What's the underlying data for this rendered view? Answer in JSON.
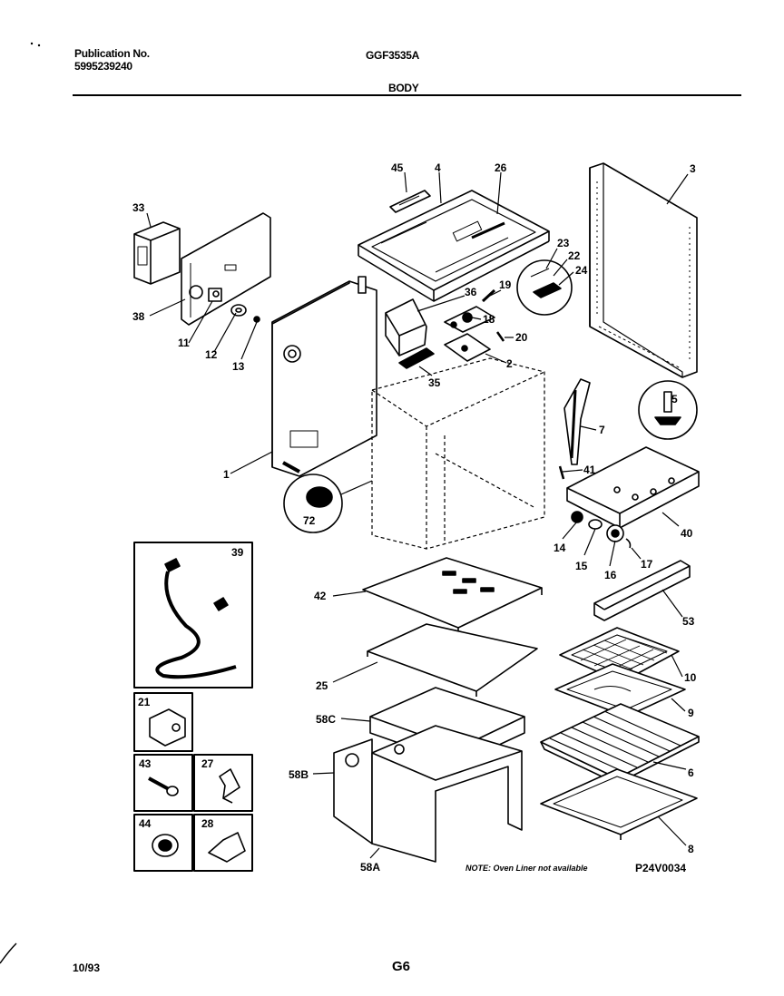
{
  "header": {
    "publication_label": "Publication No.",
    "publication_number": "5995239240",
    "model": "GGF3535A",
    "section": "BODY"
  },
  "footer": {
    "date": "10/93",
    "page": "G6",
    "drawing_code": "P24V0034",
    "note": "NOTE: Oven Liner not available"
  },
  "callouts": {
    "c45": "45",
    "c4": "4",
    "c26": "26",
    "c3": "3",
    "c33": "33",
    "c23": "23",
    "c22": "22",
    "c24": "24",
    "c36": "36",
    "c19": "19",
    "c18": "18",
    "c20": "20",
    "c38": "38",
    "c11": "11",
    "c12": "12",
    "c13": "13",
    "c2": "2",
    "c35": "35",
    "c5": "5",
    "c7": "7",
    "c41": "41",
    "c1": "1",
    "c72": "72",
    "c40": "40",
    "c14": "14",
    "c15": "15",
    "c16": "16",
    "c17": "17",
    "c39": "39",
    "c42": "42",
    "c53": "53",
    "c25": "25",
    "c10": "10",
    "c9": "9",
    "c21": "21",
    "c58C": "58C",
    "c43": "43",
    "c27": "27",
    "c6": "6",
    "c58B": "58B",
    "c44": "44",
    "c28": "28",
    "c8": "8",
    "c58A": "58A"
  }
}
